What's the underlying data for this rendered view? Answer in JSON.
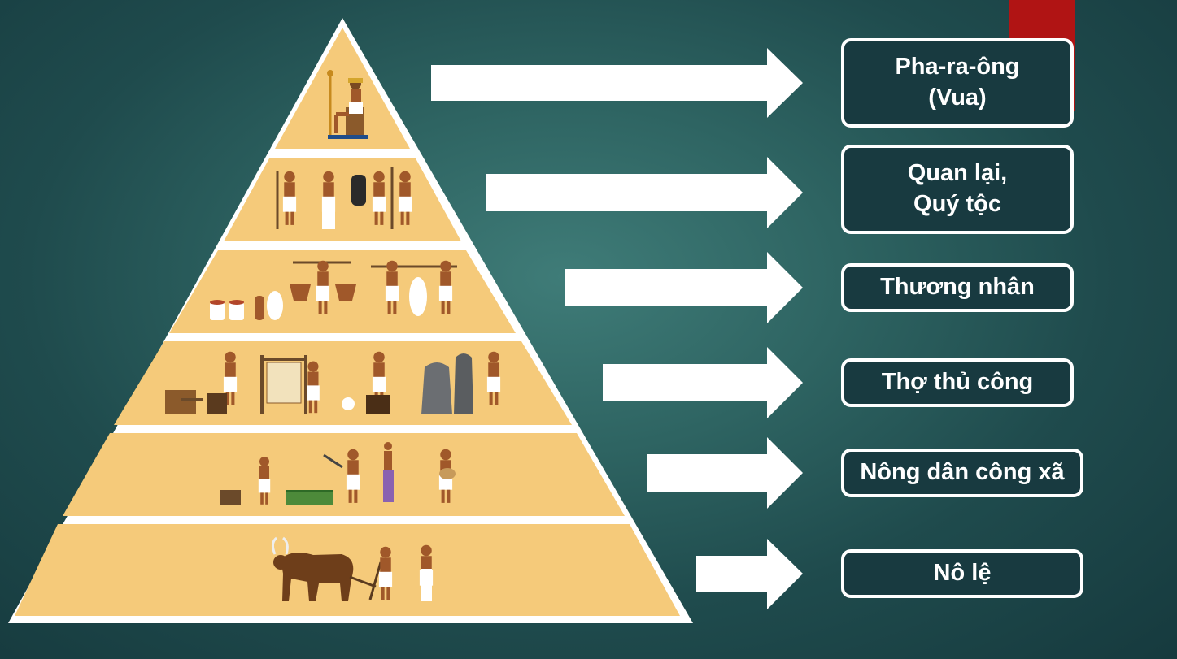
{
  "diagram": {
    "levels": [
      {
        "id": "pharaoh",
        "label_lines": [
          "Pha-ra-ông",
          "(Vua)"
        ],
        "icon": "pharaoh-on-throne-icon"
      },
      {
        "id": "officials",
        "label_lines": [
          "Quan lại,",
          "Quý tộc"
        ],
        "icon": "officials-nobles-icon"
      },
      {
        "id": "merchants",
        "label_lines": [
          "Thương nhân"
        ],
        "icon": "merchants-carrying-goods-icon"
      },
      {
        "id": "craftsmen",
        "label_lines": [
          "Thợ thủ công"
        ],
        "icon": "craftsmen-working-icon"
      },
      {
        "id": "farmers",
        "label_lines": [
          "Nông dân công xã"
        ],
        "icon": "farmers-harvesting-icon"
      },
      {
        "id": "slaves",
        "label_lines": [
          "Nô lệ"
        ],
        "icon": "slave-ploughing-oxen-icon"
      }
    ]
  },
  "colors": {
    "pyramid_fill": "#f5ca7a",
    "pyramid_outline": "#ffffff",
    "arrow_fill": "#ffffff",
    "label_border": "#ffffff",
    "label_text": "#ffffff",
    "accent_red": "#b01414",
    "background": "#2e6462",
    "figure_skin": "#a0582a",
    "figure_cloth": "#ffffff"
  }
}
